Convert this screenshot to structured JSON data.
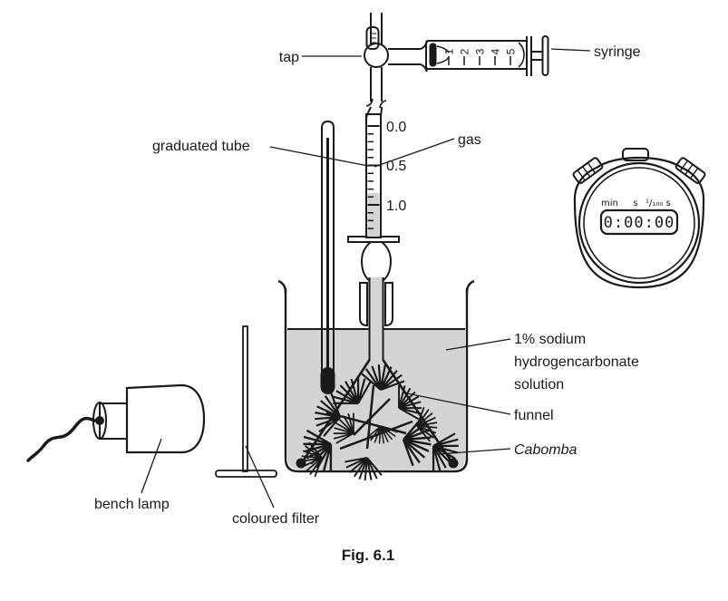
{
  "figure_caption": "Fig. 6.1",
  "labels": {
    "tap": "tap",
    "syringe": "syringe",
    "graduated_tube": "graduated tube",
    "gas": "gas",
    "solution": [
      "1% sodium",
      "hydrogencarbonate",
      "solution"
    ],
    "funnel": "funnel",
    "cabomba": "Cabomba",
    "bench_lamp": "bench lamp",
    "coloured_filter": "coloured filter"
  },
  "graduated_tube_scale": [
    "0.0",
    "0.5",
    "1.0"
  ],
  "syringe_scale": [
    "1",
    "2",
    "3",
    "4",
    "5"
  ],
  "stopwatch": {
    "unit_min": "min",
    "unit_s": "s",
    "unit_fraction": "¹/₁₀₀ s",
    "display": "0:00:00"
  },
  "colors": {
    "line": "#1a1a1a",
    "solution_fill": "#d4d4d4"
  }
}
